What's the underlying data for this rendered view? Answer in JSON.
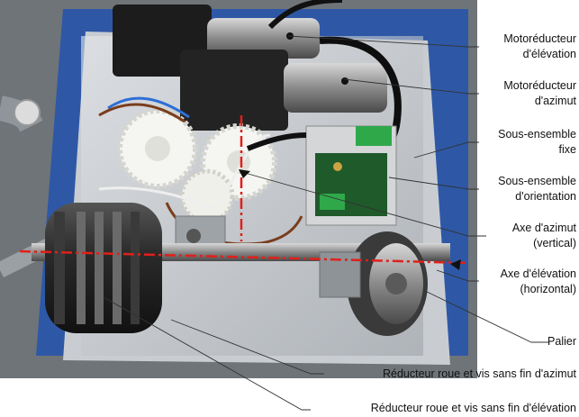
{
  "labels": {
    "moto_elevation": [
      "Motoréducteur",
      "d'élévation"
    ],
    "moto_azimut": [
      "Motoréducteur",
      "d'azimut"
    ],
    "sous_ensemble_fixe": [
      "Sous-ensemble",
      "fixe"
    ],
    "sous_ensemble_orientation": [
      "Sous-ensemble",
      "d'orientation"
    ],
    "axe_azimut": [
      "Axe d'azimut",
      "(vertical)"
    ],
    "axe_elevation": [
      "Axe d'élévation",
      "(horizontal)"
    ],
    "palier": "Palier",
    "reducteur_azimut": "Réducteur roue et vis sans fin d'azimut",
    "reducteur_elevation": "Réducteur roue et vis sans fin d'élévation"
  },
  "colors": {
    "frame_blue": "#2e58a6",
    "plate": "#c9cdd2",
    "axis_dash": "#e0201a",
    "gear_white": "#f5f5f2",
    "motor_black": "#1c1c1c"
  }
}
